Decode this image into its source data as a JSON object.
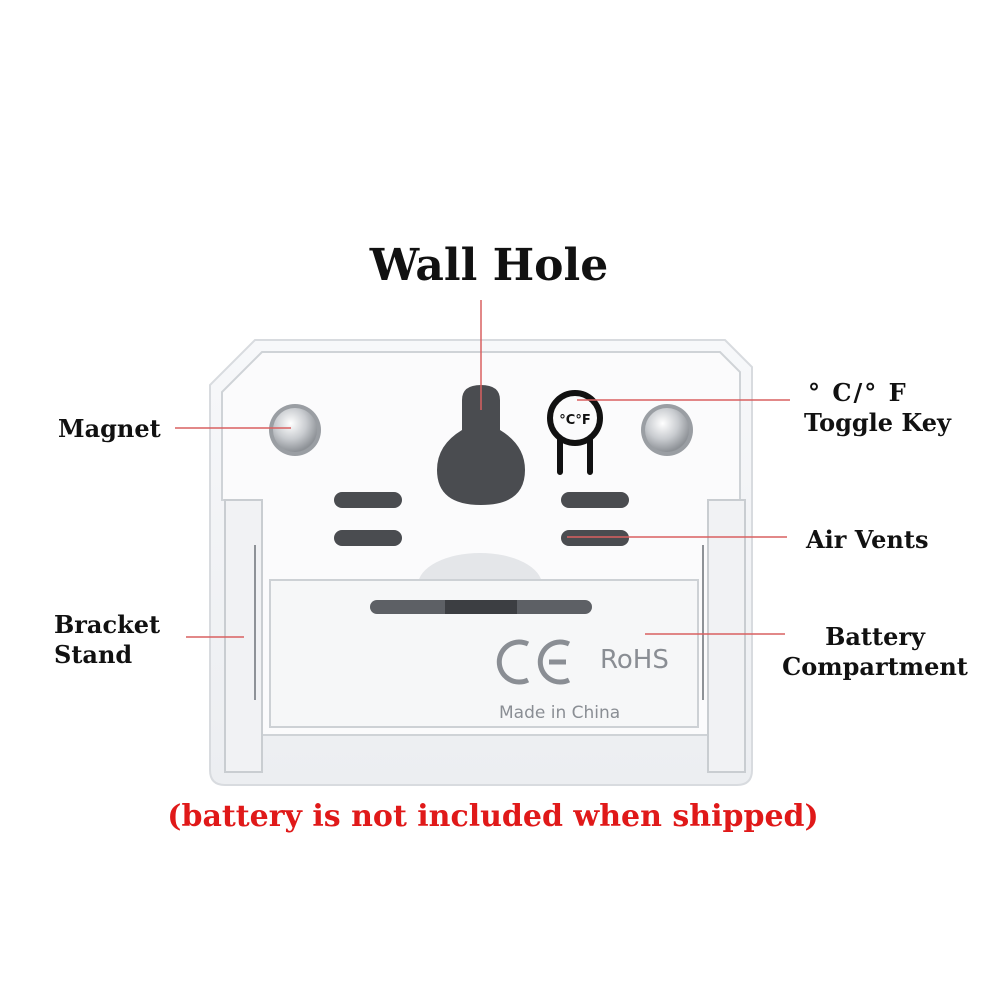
{
  "labels": {
    "title": "Wall Hole",
    "magnet": "Magnet",
    "toggle_line1": "° C/° F",
    "toggle_line2": "Toggle Key",
    "air_vents": "Air Vents",
    "bracket_line1": "Bracket",
    "bracket_line2": "Stand",
    "battery_line1": "Battery",
    "battery_line2": "Compartment",
    "shipping_note": "(battery is not included when shipped)"
  },
  "device_print": {
    "ce_mark": "CE",
    "rohs": "RoHS",
    "made_in": "Made in China",
    "toggle_icon_text": "°C°F"
  },
  "colors": {
    "note": "#e01919",
    "leader_line": "#d96060",
    "body": "#f4f5f7",
    "print": "#8a8e94"
  }
}
